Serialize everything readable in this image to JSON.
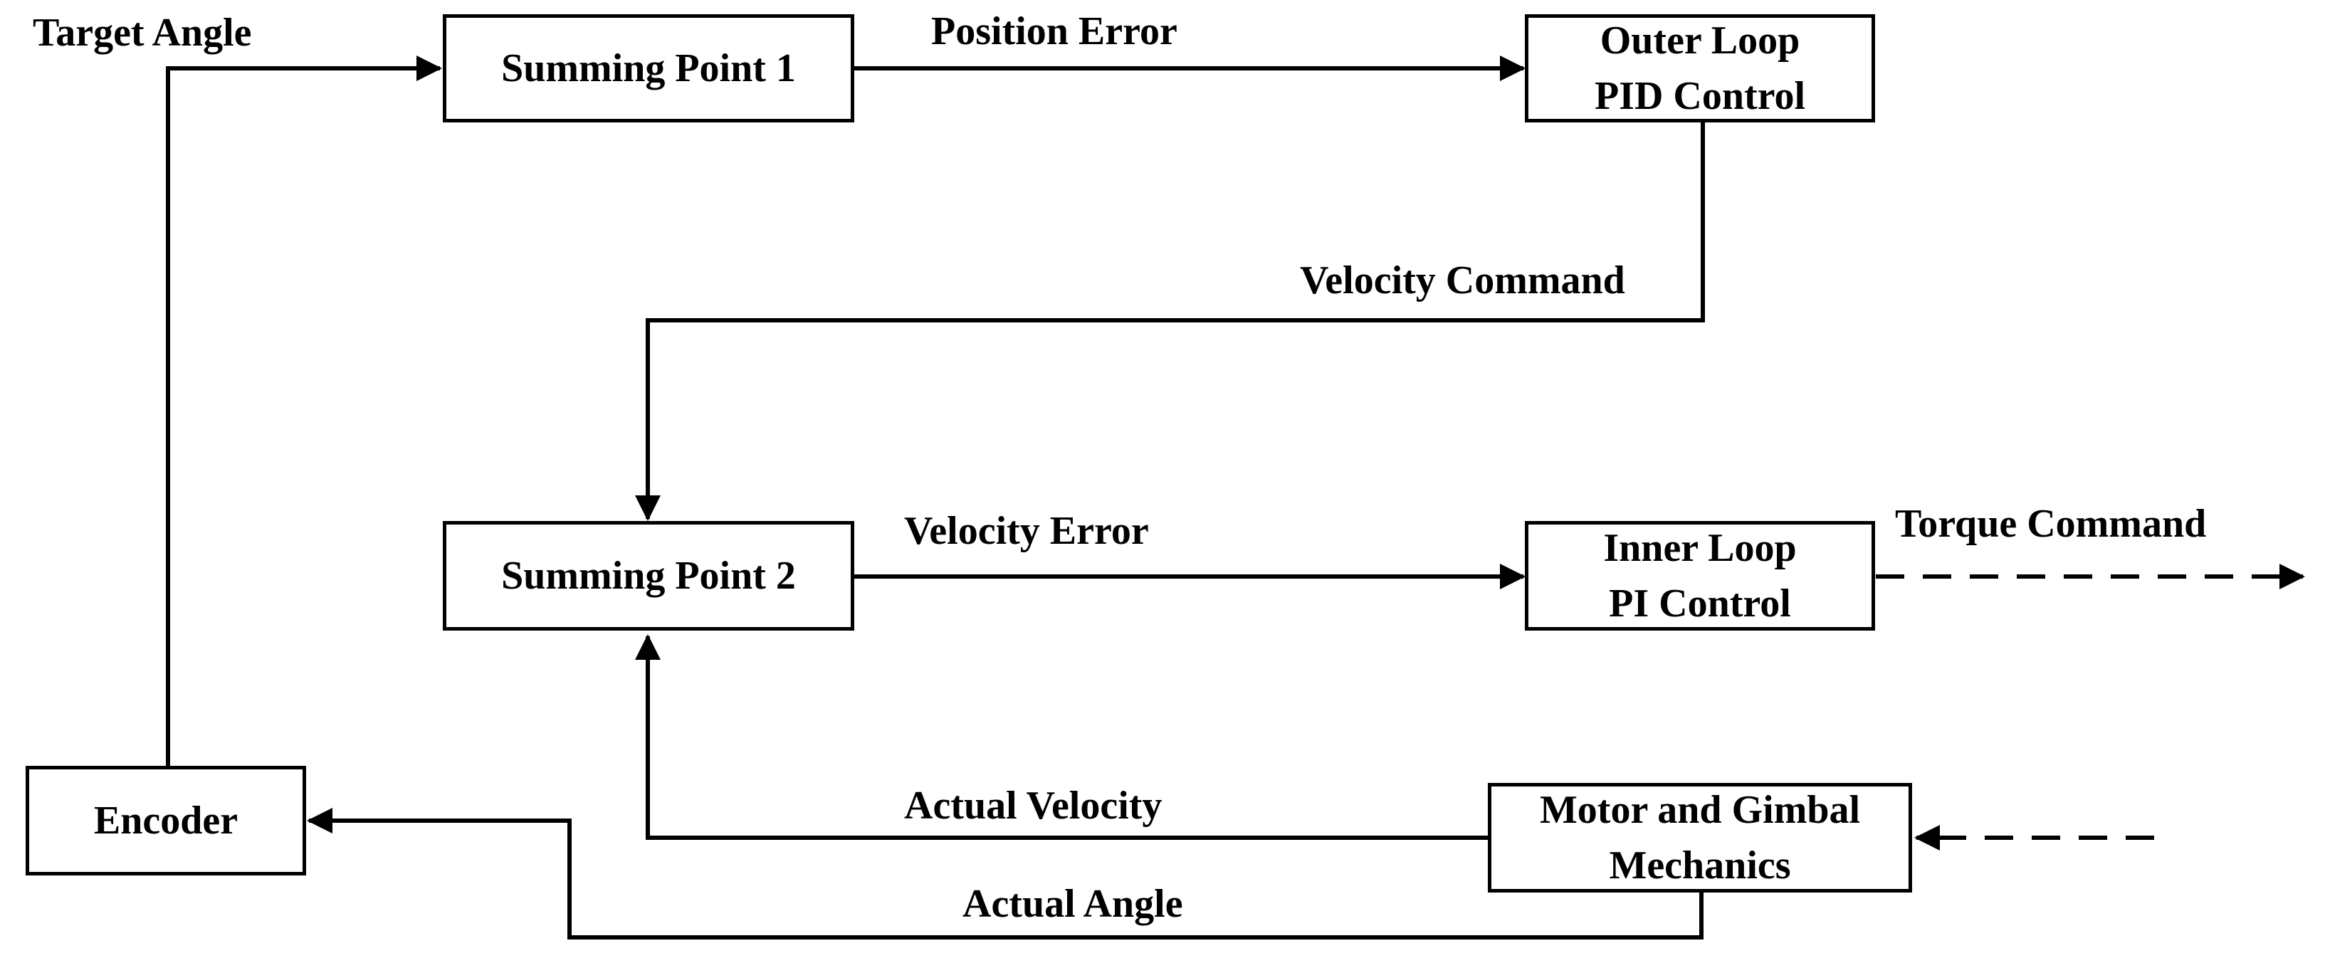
{
  "blocks": {
    "summing_point_1": "Summing Point 1",
    "outer_loop_line1": "Outer Loop",
    "outer_loop_line2": "PID Control",
    "summing_point_2": "Summing Point 2",
    "inner_loop_line1": "Inner Loop",
    "inner_loop_line2": "PI Control",
    "encoder": "Encoder",
    "motor_line1": "Motor and Gimbal",
    "motor_line2": "Mechanics"
  },
  "signals": {
    "target_angle": "Target Angle",
    "position_error": "Position Error",
    "velocity_command": "Velocity Command",
    "velocity_error": "Velocity Error",
    "torque_command": "Torque Command",
    "actual_velocity": "Actual Velocity",
    "actual_angle": "Actual Angle"
  }
}
